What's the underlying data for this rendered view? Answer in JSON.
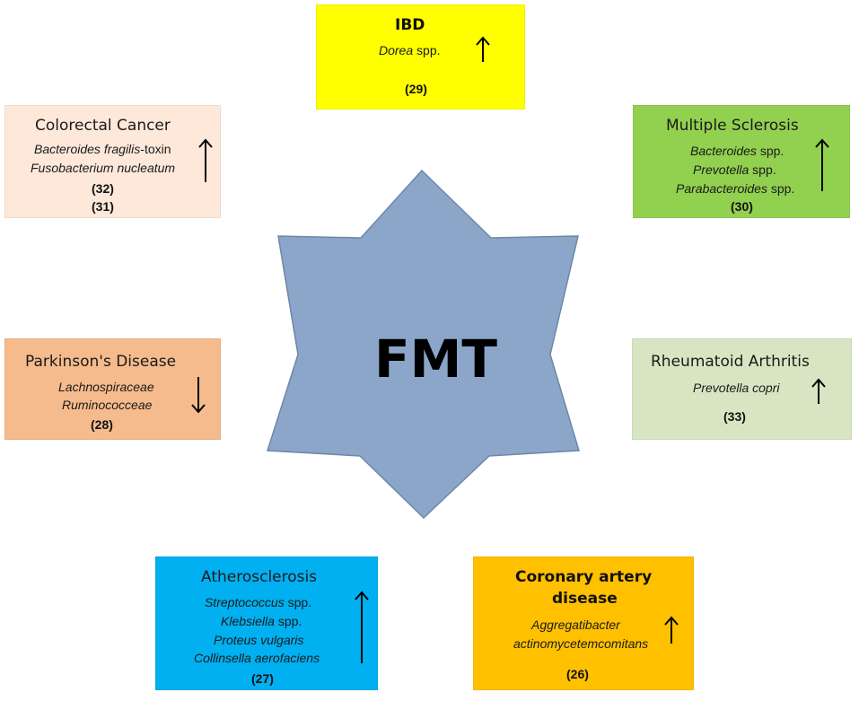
{
  "center": {
    "label": "FMT"
  },
  "colors": {
    "star": "#8ba6c8",
    "star_stroke": "#6e87a8",
    "ibd": "#ffff00",
    "multiple_sclerosis": "#92d050",
    "rheumatoid_arthritis": "#d8e5c3",
    "coronary": "#ffc000",
    "atherosclerosis": "#00b0f0",
    "parkinsons": "#f6bb8c",
    "colorectal": "#fde8da"
  },
  "boxes": {
    "ibd": {
      "title": "IBD",
      "taxa": [
        {
          "name": "Dorea",
          "suffix": " spp."
        }
      ],
      "ref": "(29)",
      "trend": "up"
    },
    "multiple_sclerosis": {
      "title": "Multiple Sclerosis",
      "taxa": [
        {
          "name": "Bacteroides",
          "suffix": " spp."
        },
        {
          "name": "Prevotella",
          "suffix": " spp."
        },
        {
          "name": "Parabacteroides",
          "suffix": " spp."
        }
      ],
      "ref": "(30)",
      "trend": "up"
    },
    "rheumatoid_arthritis": {
      "title": "Rheumatoid Arthritis",
      "taxa": [
        {
          "name": "Prevotella copri",
          "suffix": ""
        }
      ],
      "ref": "(33)",
      "trend": "up"
    },
    "coronary": {
      "title_line1": "Coronary artery",
      "title_line2": "disease",
      "taxa": [
        {
          "name": "Aggregatibacter",
          "suffix": ""
        },
        {
          "name": "actinomycetemcomitans",
          "suffix": ""
        }
      ],
      "ref": "(26)",
      "trend": "up"
    },
    "atherosclerosis": {
      "title": "Atherosclerosis",
      "taxa": [
        {
          "name": "Streptococcus",
          "suffix": " spp."
        },
        {
          "name": "Klebsiella",
          "suffix": " spp."
        },
        {
          "name": "Proteus vulgaris",
          "suffix": ""
        },
        {
          "name": "Collinsella aerofaciens",
          "suffix": ""
        }
      ],
      "ref": "(27)",
      "trend": "up"
    },
    "parkinsons": {
      "title": "Parkinson's Disease",
      "taxa": [
        {
          "name": "Lachnospiraceae",
          "suffix": ""
        },
        {
          "name": "Ruminococceae",
          "suffix": ""
        }
      ],
      "ref": "(28)",
      "trend": "down"
    },
    "colorectal": {
      "title": "Colorectal Cancer",
      "taxa": [
        {
          "name": "Bacteroides fragilis",
          "suffix": "-toxin"
        },
        {
          "name": "Fusobacterium nucleatum",
          "suffix": ""
        }
      ],
      "ref1": "(32)",
      "ref2": "(31)",
      "trend": "up"
    }
  }
}
